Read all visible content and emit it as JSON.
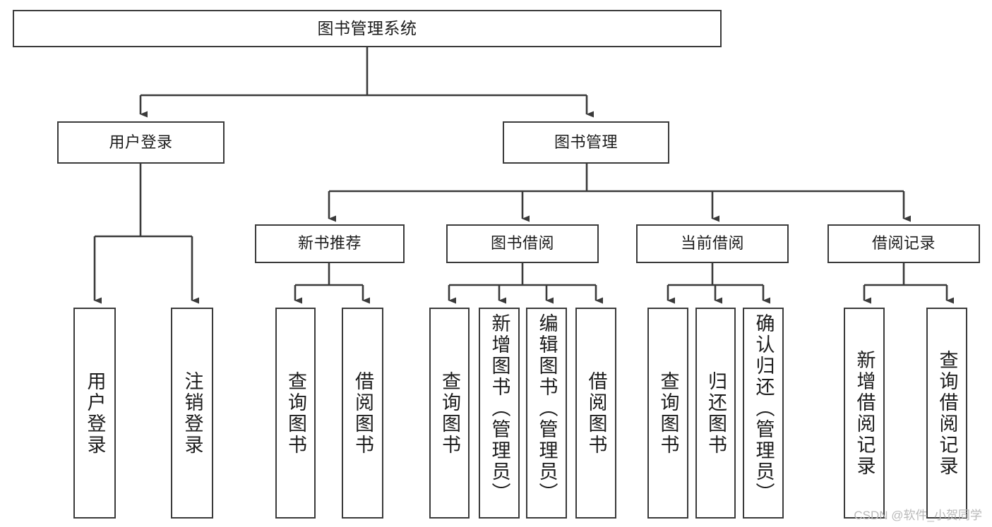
{
  "diagram": {
    "title": "图书管理系统",
    "type": "tree",
    "stroke_color": "#3a3a3a",
    "background_color": "#ffffff",
    "text_color": "#1c1c1c"
  },
  "nodes": {
    "root": {
      "label": "图书管理系统"
    },
    "level2": [
      {
        "id": "user-login",
        "label": "用户登录"
      },
      {
        "id": "book-manage",
        "label": "图书管理"
      }
    ],
    "level3": [
      {
        "id": "new-book-recommend",
        "label": "新书推荐"
      },
      {
        "id": "book-borrow",
        "label": "图书借阅"
      },
      {
        "id": "current-borrow",
        "label": "当前借阅"
      },
      {
        "id": "borrow-record",
        "label": "借阅记录"
      }
    ],
    "leaves": [
      {
        "id": "leaf-user-login",
        "label": "用户登录",
        "parent": "user-login"
      },
      {
        "id": "leaf-user-logout",
        "label": "注销登录",
        "parent": "user-login"
      },
      {
        "id": "leaf-query-book-1",
        "label": "查询图书",
        "parent": "new-book-recommend"
      },
      {
        "id": "leaf-borrow-book-1",
        "label": "借阅图书",
        "parent": "new-book-recommend"
      },
      {
        "id": "leaf-query-book-2",
        "label": "查询图书",
        "parent": "book-borrow"
      },
      {
        "id": "leaf-add-book",
        "label": "新增图书（管理员）",
        "parent": "book-borrow"
      },
      {
        "id": "leaf-edit-book",
        "label": "编辑图书（管理员）",
        "parent": "book-borrow"
      },
      {
        "id": "leaf-borrow-book-2",
        "label": "借阅图书",
        "parent": "book-borrow"
      },
      {
        "id": "leaf-query-book-3",
        "label": "查询图书",
        "parent": "current-borrow"
      },
      {
        "id": "leaf-return-book",
        "label": "归还图书",
        "parent": "current-borrow"
      },
      {
        "id": "leaf-confirm-return",
        "label": "确认归还（管理员）",
        "parent": "current-borrow"
      },
      {
        "id": "leaf-add-record",
        "label": "新增借阅记录",
        "parent": "borrow-record"
      },
      {
        "id": "leaf-query-record",
        "label": "查询借阅记录",
        "parent": "borrow-record"
      }
    ]
  },
  "watermark": {
    "text": "CSDN @软件_小贺同学"
  }
}
